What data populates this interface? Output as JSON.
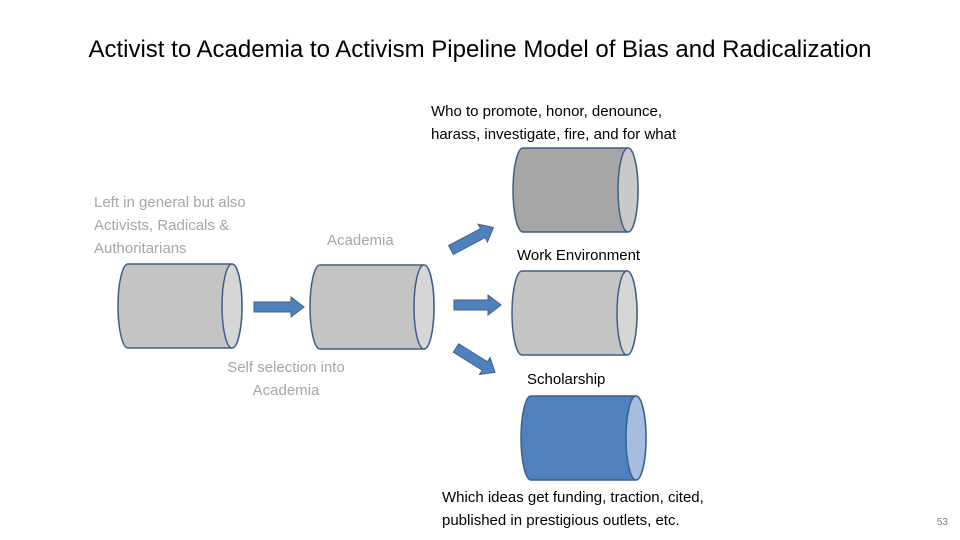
{
  "slide": {
    "title": "Activist to Academia to Activism Pipeline Model of Bias and Radicalization",
    "page_number": "53"
  },
  "labels": {
    "source": [
      "Left in general but also",
      "Activists, Radicals &",
      "Authoritarians"
    ],
    "academia": "Academia",
    "self_selection": [
      "Self selection into",
      "Academia"
    ],
    "promote": [
      "Who to promote, honor, denounce,",
      "harass, investigate, fire, and for what"
    ],
    "work_environment": "Work Environment",
    "scholarship": "Scholarship",
    "ideas": [
      "Which ideas get funding, traction, cited,",
      "published in prestigious outlets, etc."
    ]
  },
  "colors": {
    "grey_fill": "#c4c4c4",
    "grey_end": "#d6d6d6",
    "dark_grey_fill": "#a6a6a6",
    "blue_fill": "#4f81bd",
    "blue_end": "#a6bde0",
    "outline": "#3d5f8c",
    "arrow": "#4f81bd",
    "grey_text": "#a6a6a6"
  }
}
